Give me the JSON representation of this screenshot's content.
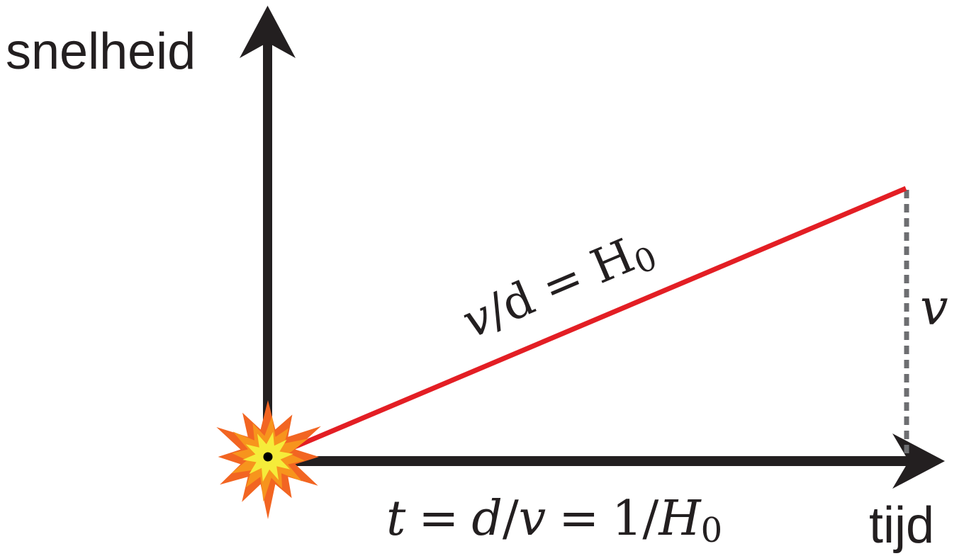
{
  "axes": {
    "y_label": "snelheid",
    "x_label": "tijd"
  },
  "annotations": {
    "line_eq": {
      "v": "v",
      "slash_d": "/d",
      "eq": "=",
      "H": "H",
      "sub": "0"
    },
    "height_v": "v",
    "bottom_eq": {
      "t": "t",
      "eq1": "=",
      "d": "d",
      "slash": "/",
      "v": "v",
      "eq2": "=",
      "one_slash": "1/",
      "H": "H",
      "sub": "0"
    }
  },
  "colors": {
    "axis": "#231f20",
    "line": "#e31e24",
    "dashed": "#6d6e71",
    "burst_outer": "#f26522",
    "burst_mid": "#f7941d",
    "burst_inner": "#f5ec3a",
    "burst_dot": "#000000"
  }
}
